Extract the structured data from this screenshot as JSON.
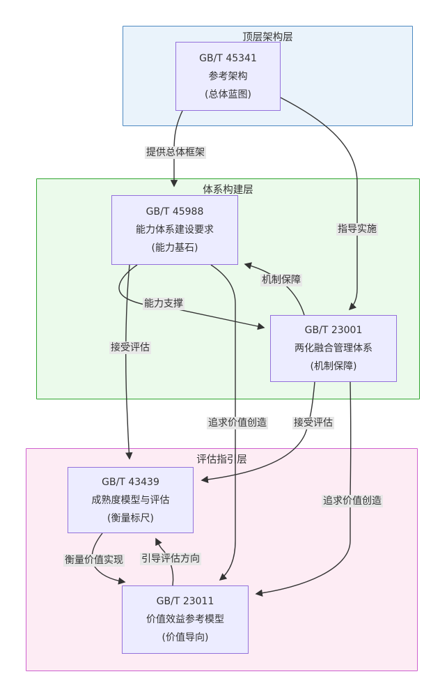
{
  "diagram": {
    "clusters": {
      "top": {
        "label": "顶层架构层"
      },
      "build": {
        "label": "体系构建层"
      },
      "eval": {
        "label": "评估指引层"
      }
    },
    "nodes": {
      "gbt45341": {
        "code": "GB/T 45341",
        "name": "参考架构",
        "note": "(总体蓝图)"
      },
      "gbt45988": {
        "code": "GB/T 45988",
        "name": "能力体系建设要求",
        "note": "(能力基石)"
      },
      "gbt23001": {
        "code": "GB/T 23001",
        "name": "两化融合管理体系",
        "note": "(机制保障)"
      },
      "gbt43439": {
        "code": "GB/T 43439",
        "name": "成熟度模型与评估",
        "note": "(衡量标尺)"
      },
      "gbt23011": {
        "code": "GB/T 23011",
        "name": "价值效益参考模型",
        "note": "(价值导向)"
      }
    },
    "edges": {
      "provide_framework": {
        "label": "提供总体框架",
        "from": "gbt45341",
        "to": "gbt45988"
      },
      "guide_implementation": {
        "label": "指导实施",
        "from": "gbt45341",
        "to": "gbt23001"
      },
      "mechanism_guarantee": {
        "label": "机制保障",
        "from": "gbt23001",
        "to": "gbt45988"
      },
      "capability_support": {
        "label": "能力支撑",
        "from": "gbt45988",
        "to": "gbt23001"
      },
      "accept_evaluation_left": {
        "label": "接受评估",
        "from": "gbt45988",
        "to": "gbt43439"
      },
      "pursue_value_mid": {
        "label": "追求价值创造",
        "from": "gbt45988",
        "to": "gbt23011"
      },
      "accept_evaluation_mid": {
        "label": "接受评估",
        "from": "gbt23001",
        "to": "gbt43439"
      },
      "pursue_value_right": {
        "label": "追求价值创造",
        "from": "gbt23001",
        "to": "gbt23011"
      },
      "measure_value": {
        "label": "衡量价值实现",
        "from": "gbt43439",
        "to": "gbt23011"
      },
      "guide_evaluation": {
        "label": "引导评估方向",
        "from": "gbt23011",
        "to": "gbt43439"
      }
    },
    "colors": {
      "top_fill": "#eaf3fb",
      "top_border": "#4b88c0",
      "build_fill": "#ebfaeb",
      "build_border": "#2ea42e",
      "eval_fill": "#fdecf4",
      "eval_border": "#ce5fce",
      "node_fill": "#ececff",
      "node_border": "#9370db",
      "edge_stroke": "#333333",
      "label_bg": "#e8e8e8"
    }
  }
}
